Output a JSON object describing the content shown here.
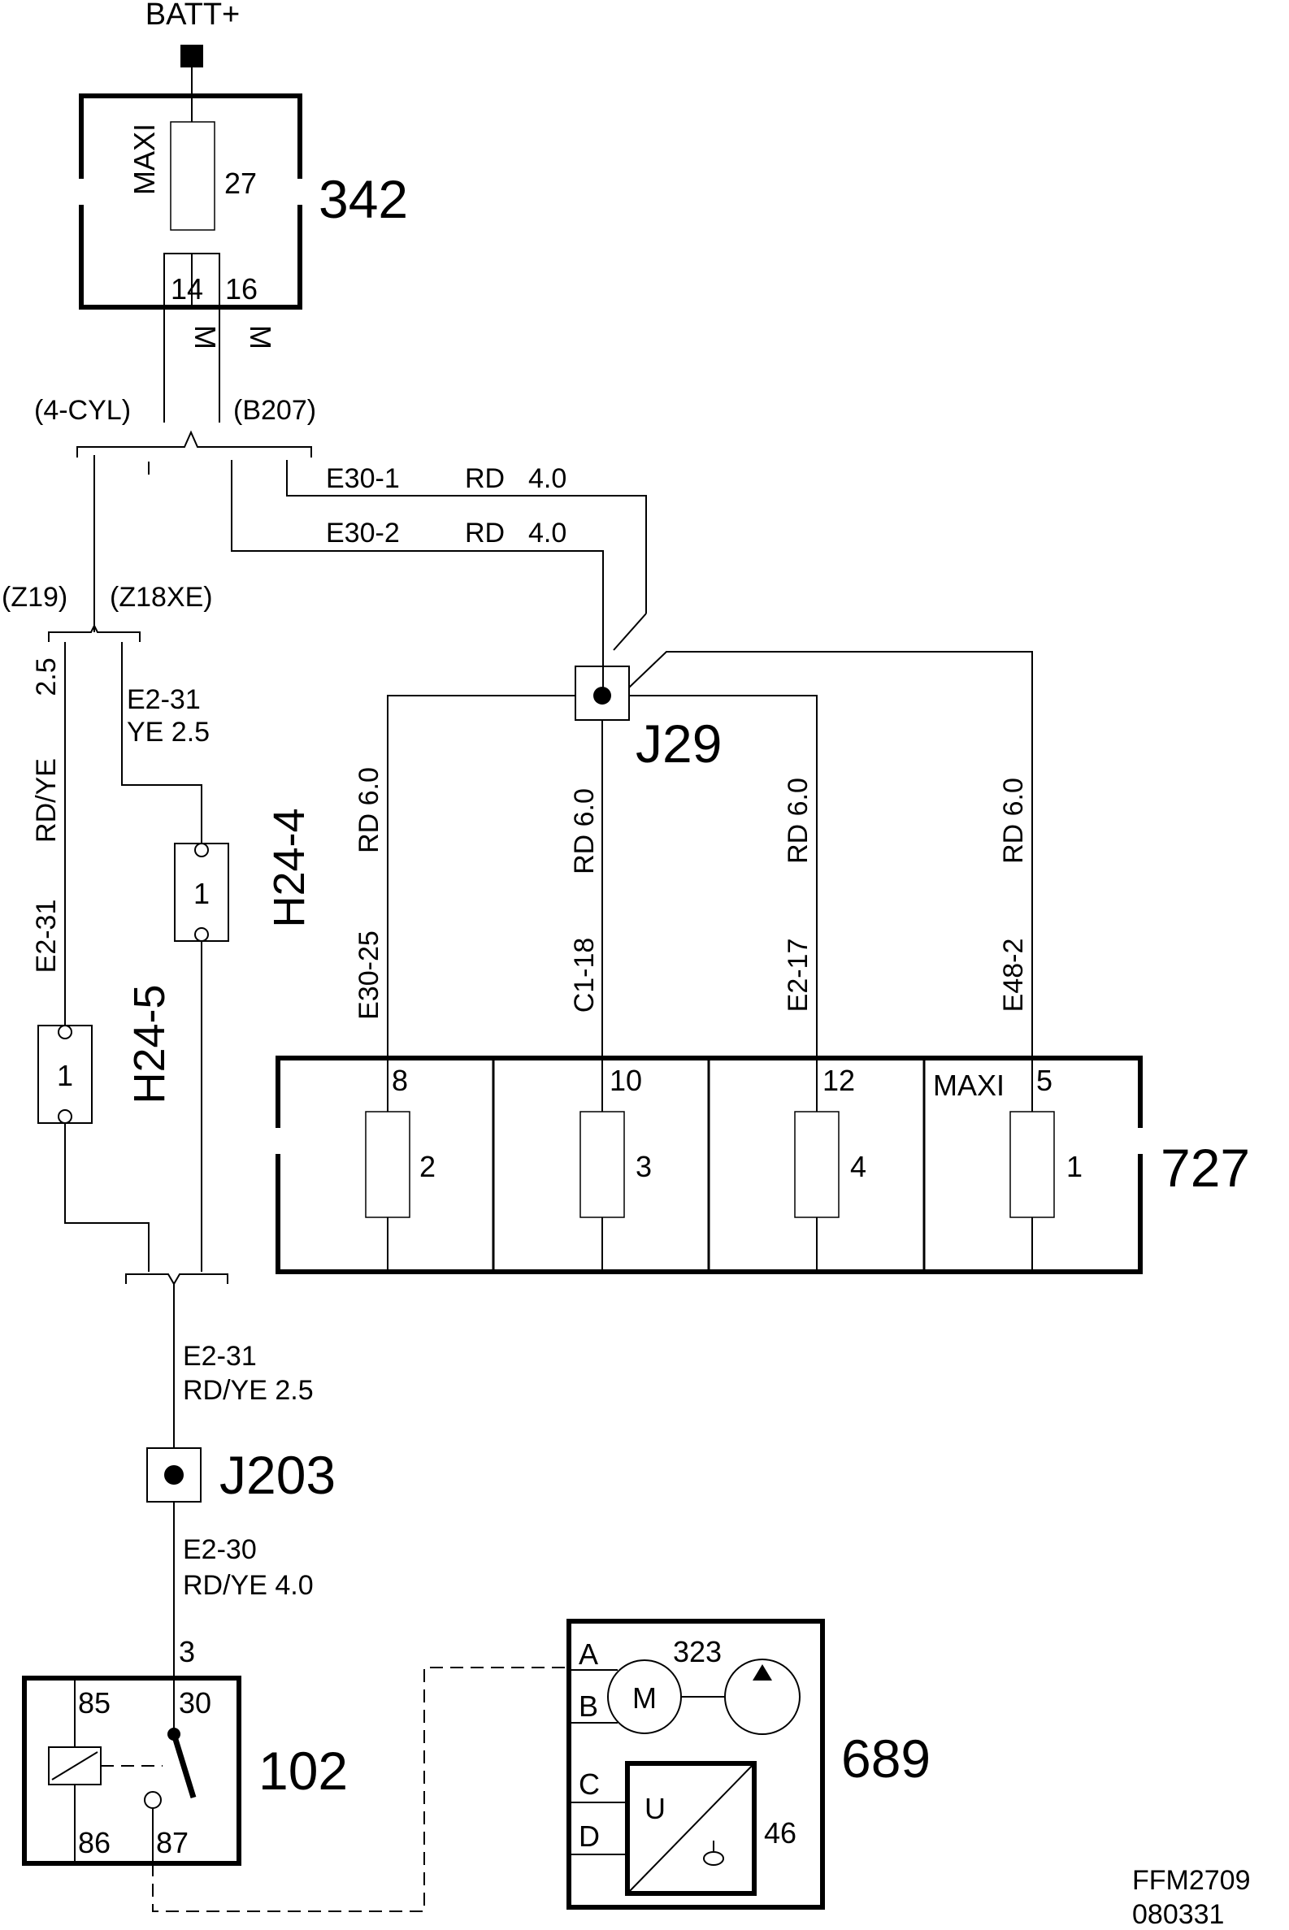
{
  "battery": {
    "label": "BATT+"
  },
  "unit_342": {
    "id": "342",
    "fuse_type": "MAXI",
    "fuse_no": "27",
    "pin_left": "14",
    "pin_right": "16",
    "conn_left": "M",
    "conn_right": "M"
  },
  "variants": {
    "four_cyl": "(4-CYL)",
    "b207": "(B207)",
    "z19": "(Z19)",
    "z18xe": "(Z18XE)"
  },
  "wires": {
    "e30_1": {
      "id": "E30-1",
      "color": "RD",
      "size": "4.0"
    },
    "e30_2": {
      "id": "E30-2",
      "color": "RD",
      "size": "4.0"
    },
    "e2_31_z19": {
      "id": "E2-31",
      "color": "RD/YE",
      "size": "2.5"
    },
    "e2_31_z18": {
      "id": "E2-31",
      "spec": "YE  2.5"
    },
    "e30_25": {
      "id": "E30-25",
      "spec": "RD 6.0"
    },
    "c1_18": {
      "id": "C1-18",
      "spec": "RD 6.0"
    },
    "e2_17": {
      "id": "E2-17",
      "spec": "RD   6.0"
    },
    "e48_2": {
      "id": "E48-2",
      "spec": "RD   6.0"
    },
    "e2_31_out": {
      "id": "E2-31",
      "spec": "RD/YE   2.5"
    },
    "e2_30": {
      "id": "E2-30",
      "spec": "RD/YE   4.0"
    }
  },
  "junctions": {
    "j29": "J29",
    "j203": "J203"
  },
  "connectors": {
    "h24_4": {
      "id": "H24-4",
      "pin": "1"
    },
    "h24_5": {
      "id": "H24-5",
      "pin": "1"
    }
  },
  "unit_727": {
    "id": "727",
    "cells": [
      {
        "pin": "8",
        "fuse": "2",
        "tag": ""
      },
      {
        "pin": "10",
        "fuse": "3",
        "tag": ""
      },
      {
        "pin": "12",
        "fuse": "4",
        "tag": ""
      },
      {
        "pin": "5",
        "fuse": "1",
        "tag": "MAXI"
      }
    ]
  },
  "relay_102": {
    "id": "102",
    "pin_in": "3",
    "pin_85": "85",
    "pin_30": "30",
    "pin_86": "86",
    "pin_87": "87"
  },
  "unit_689": {
    "id": "689",
    "sub_323": "323",
    "motor": "M",
    "sub_46": "46",
    "sensor": "U",
    "pin_a": "A",
    "pin_b": "B",
    "pin_c": "C",
    "pin_d": "D"
  },
  "footer": {
    "code": "FFM2709",
    "date": "080331"
  }
}
